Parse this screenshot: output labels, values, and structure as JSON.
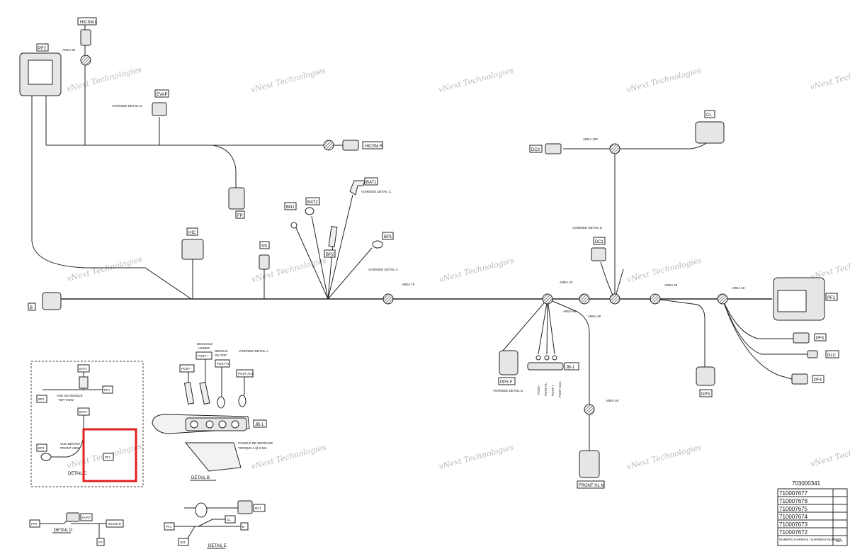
{
  "labels": {
    "hicsm_l": "HICSM L",
    "pf2": "PF2",
    "area90": "AREA 90",
    "evap": "EVAP",
    "voir_detail_d": "VOIR/SEE DETAIL D",
    "hicsm_r": "HICSM R",
    "fp": "FP",
    "bat1": "BAT1",
    "voir_detail_c": "VOIR/SEE DETAIL C",
    "bn1": "BN1",
    "bat2": "BAT2",
    "bp2": "BP2",
    "bp1": "BP1",
    "voir_detail_a": "VOIR/SEE DETAIL A",
    "hic": "HIC",
    "ss": "SS",
    "b": "B",
    "area70": "AREA 70",
    "cl": "CL",
    "dc3": "DC3",
    "area100": "AREA 100",
    "voir_detail_e": "VOIR/SEE DETAIL E",
    "dc1": "DC1",
    "area40": "AREA 40",
    "area80": "AREA 80",
    "area30": "AREA 30",
    "area20": "AREA 20",
    "area10": "AREA 10",
    "pf1": "PF1",
    "pf3": "PF3",
    "dlc": "DLC",
    "pf4": "PF4",
    "pps_f": "PPS F",
    "voir_detail_b": "VOIR/SEE DETAIL B",
    "jb1": "JB-1",
    "post_minus": "POST -",
    "post_plus": "POST +",
    "post_fl": "POST FL",
    "post_acc": "POST ACC",
    "dps": "DPS",
    "area50": "AREA 50",
    "front_hl_m": "FRONT HL M",
    "dessous": "DESSOUS",
    "under": "UNDER",
    "dessus": "DESSUS",
    "on_top": "ON TOP",
    "couple": "COUPLE DE SERRAGE",
    "torque": "TORQUE 4 @ 5 Nm",
    "detail_b": "DETAIL B",
    "vue_dessus": "VUE DE DESSUS",
    "top_view": "TOP VIEW",
    "vue_devant": "VUE DEVANT",
    "front_view": "FRONT VIEW",
    "detail_c": "DETAIL C",
    "detail_d": "DETAIL D",
    "detail_e": "DETAIL E",
    "jb1_short": "JB1"
  },
  "watermark": "vNext Technologies",
  "part_table": {
    "title": "703000341",
    "rows": [
      "710007677",
      "710007676",
      "710007675",
      "710007674",
      "710007673",
      "710007672"
    ],
    "footer_left": "NUMÉRO HARNAIS / HARNESS NUMBER",
    "footer_right": "REV"
  },
  "colors": {
    "line": "#222222",
    "highlight": "#e02020",
    "watermark": "#bbbbbb"
  }
}
